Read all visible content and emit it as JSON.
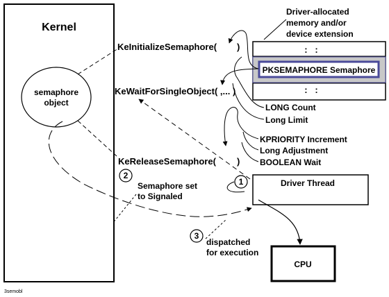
{
  "kernel": {
    "title": "Kernel",
    "object_label_line1": "semaphore",
    "object_label_line2": "object"
  },
  "memory_note": {
    "line1": "Driver-allocated",
    "line2": "memory and/or",
    "line3": "device extension"
  },
  "memory_block": {
    "ellipsis": ":   :",
    "highlight_label": "PKSEMAPHORE Semaphore"
  },
  "functions": {
    "initialize": "KeInitializeSemaphore(",
    "wait": "KeWaitForSingleObject( ,... )",
    "release": "KeReleaseSemaphore(",
    "close_paren": ")"
  },
  "params": {
    "count": "LONG Count",
    "limit": "Long Limit",
    "increment": "KPRIORITY Increment",
    "adjustment": "Long Adjustment",
    "wait": "BOOLEAN Wait"
  },
  "steps": [
    {
      "number": "1"
    },
    {
      "number": "2",
      "line1": "Semaphore set",
      "line2": "to Signaled"
    },
    {
      "number": "3",
      "line1": "dispatched",
      "line2": "for execution"
    }
  ],
  "driver_thread": "Driver Thread",
  "cpu": "CPU",
  "figure_id": "3semobl",
  "colors": {
    "stroke": "#000000",
    "memory_fill": "#c8c8c8",
    "highlight_border": "#4a4a9a"
  }
}
